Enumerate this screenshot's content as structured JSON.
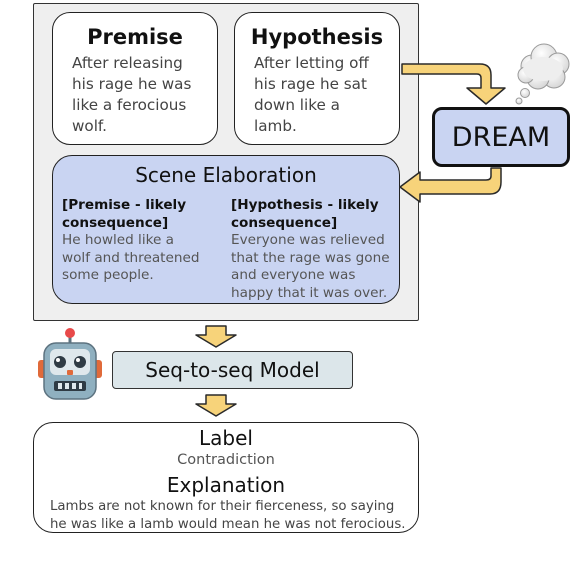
{
  "premise": {
    "title": "Premise",
    "lines": [
      "After releasing",
      "his rage he was",
      "like a ferocious",
      "wolf."
    ]
  },
  "hypothesis": {
    "title": "Hypothesis",
    "lines": [
      "After letting off",
      "his rage he sat",
      "down like a",
      "lamb."
    ]
  },
  "scene": {
    "title": "Scene Elaboration",
    "left": {
      "head_lines": [
        "[Premise - likely",
        "consequence]"
      ],
      "body_lines": [
        "He howled like a",
        "wolf and threatened",
        "some people."
      ]
    },
    "right": {
      "head_lines": [
        "[Hypothesis - likely",
        "consequence]"
      ],
      "body_lines": [
        "Everyone was relieved",
        "that the rage was gone",
        "and everyone was",
        "happy that it was over."
      ]
    }
  },
  "dream": {
    "label": "DREAM"
  },
  "model": {
    "label": "Seq-to-seq Model"
  },
  "output": {
    "label_heading": "Label",
    "label_value": "Contradiction",
    "explanation_heading": "Explanation",
    "explanation_lines": [
      "Lambs are not known for their fierceness, so saying",
      "he was like a lamb would mean he was not ferocious."
    ]
  },
  "colors": {
    "arrow_fill": "#f7d37a",
    "arrow_stroke": "#2a2a2a",
    "blue_fill": "#c9d4f2",
    "model_fill": "#dce6ea"
  },
  "icons": {
    "robot": "robot-icon",
    "cloud": "thought-cloud-icon"
  }
}
